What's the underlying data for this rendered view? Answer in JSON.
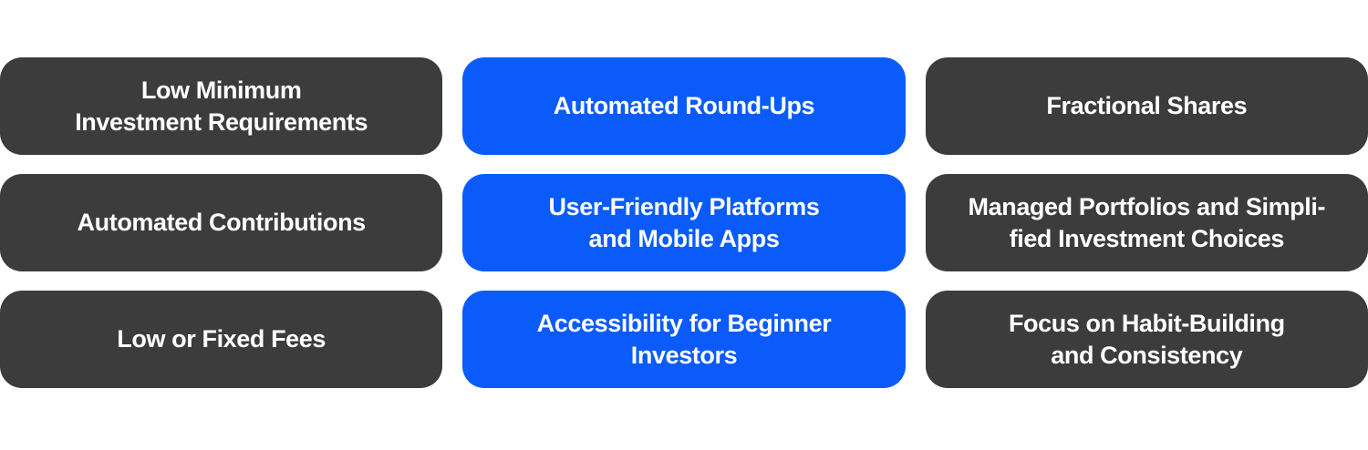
{
  "diagram": {
    "type": "card-grid",
    "columns": 3,
    "rows": 3,
    "background_color": "#ffffff",
    "palette": {
      "dark": "#3c3c3c",
      "blue": "#0a5bfa",
      "text": "#ffffff"
    },
    "rows_data": [
      {
        "cards": [
          {
            "label": "Low Minimum\nInvestment Requirements",
            "color": "dark"
          },
          {
            "label": "Automated Round-Ups",
            "color": "blue"
          },
          {
            "label": "Fractional Shares",
            "color": "dark"
          }
        ]
      },
      {
        "cards": [
          {
            "label": "Automated Contributions",
            "color": "dark"
          },
          {
            "label": "User-Friendly Platforms\nand Mobile Apps",
            "color": "blue"
          },
          {
            "label": "Managed Portfolios and Simpli-\nfied Investment Choices",
            "color": "dark"
          }
        ]
      },
      {
        "cards": [
          {
            "label": "Low or Fixed Fees",
            "color": "dark"
          },
          {
            "label": "Accessibility for Beginner\nInvestors",
            "color": "blue"
          },
          {
            "label": "Focus on Habit-Building\nand Consistency",
            "color": "dark"
          }
        ]
      }
    ]
  }
}
